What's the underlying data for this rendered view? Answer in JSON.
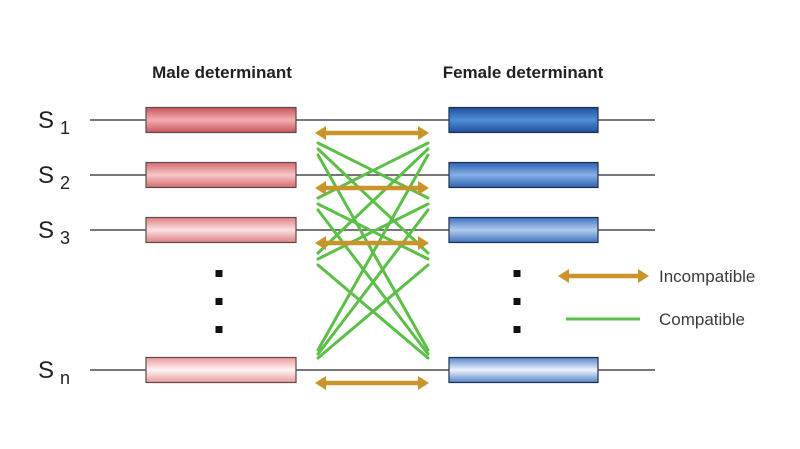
{
  "headings": {
    "male": "Male determinant",
    "female": "Female determinant"
  },
  "rows": [
    {
      "id": "s1",
      "letter": "S",
      "subscript": "1",
      "shade": "dark"
    },
    {
      "id": "s2",
      "letter": "S",
      "subscript": "2",
      "shade": "medium"
    },
    {
      "id": "s3",
      "letter": "S",
      "subscript": "3",
      "shade": "light"
    },
    {
      "id": "sn",
      "letter": "S",
      "subscript": "n",
      "shade": "lightest"
    }
  ],
  "ellipsis": {
    "symbol": "⋮",
    "dot_count": 3
  },
  "legend": {
    "incompatible": "Incompatible",
    "compatible": "Compatible"
  },
  "relations": {
    "incompatible": "same S-haplotype (male determinant ↔ female determinant)",
    "compatible": "different S-haplotypes"
  },
  "colors": {
    "incompatible": "#c9952b",
    "compatible": "#5cbf47",
    "male_dark": "#d9606a",
    "male_light": "#fbe8e8",
    "female_dark": "#2f6fc4",
    "female_light": "#e6ecf8",
    "line": "#4a4a4a",
    "text": "#231f20"
  }
}
